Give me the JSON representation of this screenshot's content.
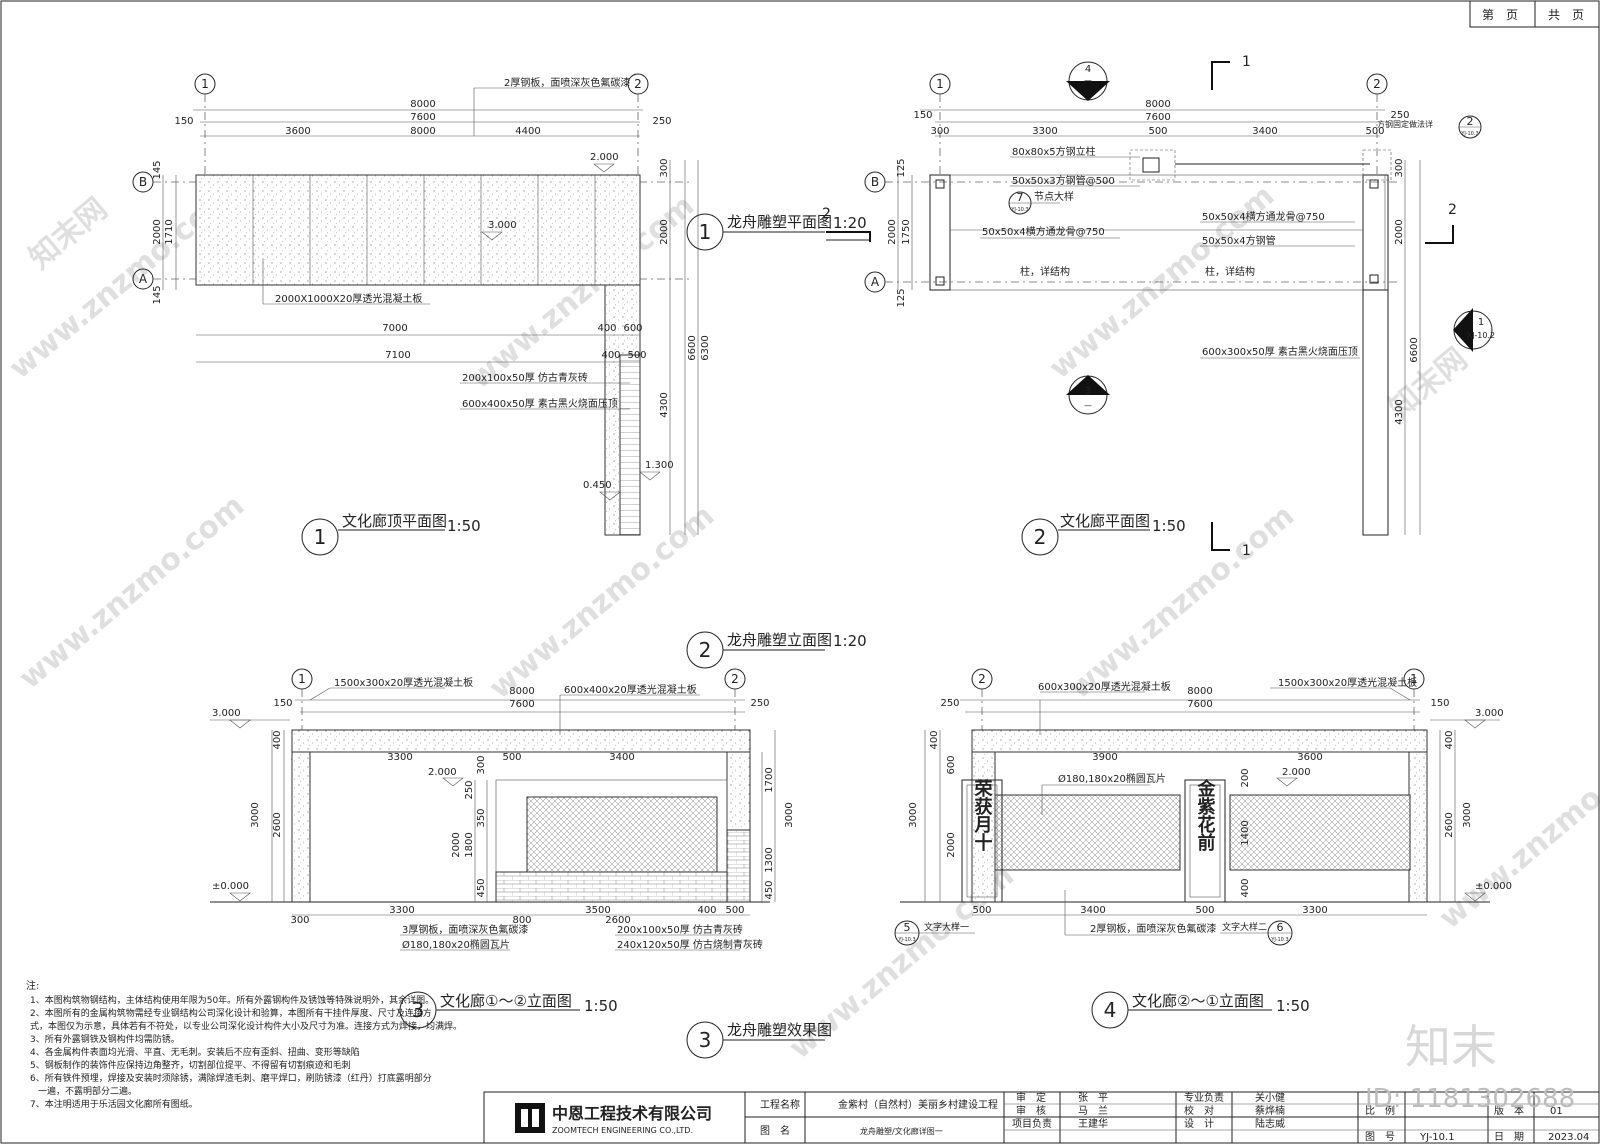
{
  "page_header": {
    "page_label": "第　页",
    "total_label": "共　页"
  },
  "views": {
    "roof_plan": {
      "number": "1",
      "title": "文化廊顶平面图",
      "scale": "1:50",
      "grid": [
        "1",
        "2",
        "B",
        "A"
      ],
      "dims_top": [
        "8000",
        "7600",
        "3600",
        "4400",
        "150",
        "250"
      ],
      "dims_side": [
        "145",
        "2000",
        "1710",
        "145",
        "300",
        "2000",
        "6600",
        "6300",
        "4300"
      ],
      "dims_lower": [
        "7000",
        "400",
        "600",
        "7100",
        "400",
        "500"
      ],
      "levels": [
        "2.000",
        "3.000",
        "1.300",
        "0.450"
      ],
      "notes": [
        "2厚钢板，面喷深灰色氟碳漆",
        "2000X1000X20厚透光混凝土板",
        "200x100x50厚 仿古青灰砖",
        "600x400x50厚 素古黑火烧面压顶"
      ]
    },
    "plan": {
      "number": "2",
      "title": "文化廊平面图",
      "scale": "1:50",
      "grid": [
        "1",
        "2",
        "B",
        "A"
      ],
      "dims_top": [
        "8000",
        "7600",
        "3300",
        "500",
        "3400",
        "300",
        "150",
        "250",
        "500"
      ],
      "dims_side": [
        "125",
        "2000",
        "1750",
        "125",
        "2000",
        "6600",
        "4300",
        "300"
      ],
      "notes": [
        "80x80x5方钢立柱",
        "50x50x3方钢管@500",
        "节点大样",
        "50x50x4横方通龙骨@750",
        "50x50x4横方通龙骨@750",
        "50x50x4方钢管",
        "柱，详结构",
        "柱，详结构",
        "600x300x50厚 素古黑火烧面压顶",
        "方钢固定做法详"
      ],
      "section_marks": [
        "1",
        "1",
        "2",
        "2"
      ],
      "callouts": [
        {
          "num": "4",
          "ref": "—"
        },
        {
          "num": "3",
          "ref": "—"
        },
        {
          "num": "1",
          "ref": "XJ-10.2"
        },
        {
          "num": "7",
          "ref": "YJ-10.3"
        },
        {
          "num": "2",
          "ref": "YJ-10.3"
        }
      ]
    },
    "sculpture_labels": {
      "a": {
        "number": "1",
        "title": "龙舟雕塑平面图",
        "scale": "1:20"
      },
      "b": {
        "number": "2",
        "title": "龙舟雕塑立面图",
        "scale": "1:20"
      },
      "c": {
        "number": "3",
        "title": "龙舟雕塑效果图",
        "scale": ""
      }
    },
    "elev_1_2": {
      "number": "3",
      "title": "文化廊①～②立面图",
      "scale": "1:50",
      "grid": [
        "1",
        "2"
      ],
      "dims_top": [
        "8000",
        "7600",
        "3300",
        "500",
        "3400",
        "150",
        "250",
        "300"
      ],
      "dims_side": [
        "3000",
        "400",
        "2600",
        "3000",
        "1700",
        "1300",
        "450",
        "250",
        "2000",
        "1800",
        "350",
        "450",
        "300"
      ],
      "dims_bottom": [
        "3300",
        "3500",
        "2600",
        "800",
        "400",
        "500",
        "300"
      ],
      "levels": [
        "3.000",
        "2.000",
        "±0.000"
      ],
      "notes": [
        "1500x300x20厚透光混凝土板",
        "600x400x20厚透光混凝土板",
        "3厚钢板，面喷深灰色氟碳漆",
        "Ø180,180x20椭圆瓦片",
        "200x100x50厚 仿古青灰砖",
        "240x120x50厚 仿古烧制青灰砖"
      ]
    },
    "elev_2_1": {
      "number": "4",
      "title": "文化廊②～①立面图",
      "scale": "1:50",
      "grid": [
        "2",
        "1"
      ],
      "dims_top": [
        "8000",
        "7600",
        "3900",
        "3600",
        "250",
        "150",
        "500"
      ],
      "dims_side": [
        "3000",
        "400",
        "600",
        "2000",
        "3000",
        "2600",
        "400",
        "200",
        "1400",
        "400"
      ],
      "dims_bottom": [
        "3400",
        "500",
        "3300",
        "500"
      ],
      "levels": [
        "3.000",
        "2.000",
        "±0.000"
      ],
      "notes": [
        "600x300x20厚透光混凝土板",
        "1500x300x20厚透光混凝土板",
        "Ø180,180x20椭圆瓦片",
        "2厚钢板，面喷深灰色氟碳漆",
        "文字大样一",
        "文字大样二"
      ],
      "plaque_left": "荣获月十",
      "plaque_right": "金紫花前",
      "callouts": [
        {
          "num": "5",
          "ref": "YJ-10.3"
        },
        {
          "num": "6",
          "ref": "YJ-10.3"
        }
      ]
    }
  },
  "notes": {
    "heading": "注:",
    "items": [
      "1、本图构筑物钢结构，主体结构使用年限为50年。所有外露钢构件及锈蚀等特殊说明外，其余详图。",
      "2、本图所有的金属构筑物需经专业钢结构公司深化设计和验算，本图所有干挂件厚度、尺寸及连接方",
      "式，本图仅为示意，具体若有不符处，以专业公司深化设计构件大小及尺寸为准。连接方式为焊接，均满焊。",
      "3、所有外露钢铁及钢构件均需防锈。",
      "4、各金属构件表面均光滑、平直、无毛刺。安装后不应有歪斜、扭曲、变形等缺陷",
      "5、钢板制作的装饰件应保持边角整齐，切割部位提平、不得留有切割痕迹和毛刺",
      "6、所有铁件预埋，焊接及安装时须除锈，满除焊渣毛刺、磨平焊口，刷防锈漆（红丹）打底露明部分",
      "一遍，不露明部分二遍。",
      "7、本注明适用于乐活园文化廊所有图纸。"
    ]
  },
  "title_block": {
    "company_cn": "中恩工程技术有限公司",
    "company_en": "ZOOMTECH ENGINEERING CO.,LTD.",
    "project_label": "工程名称",
    "project_value": "金紫村（自然村）美丽乡村建设工程",
    "drawing_label": "图　名",
    "drawing_value": "龙舟雕塑/文化廊详图一",
    "approve_label": "审　定",
    "approve_value": "张　平",
    "check_label": "审　核",
    "check_value": "马　兰",
    "pm_label": "项目负责",
    "pm_value": "王建华",
    "spec_label": "专业负责",
    "spec_value": "关小健",
    "proof_label": "校　对",
    "proof_value": "蔡烨楠",
    "design_label": "设　计",
    "design_value": "陆志威",
    "scale_label": "比　例",
    "scale_value": "",
    "sheetno_label": "图　号",
    "sheetno_value": "YJ-10.1",
    "version_label": "版　本",
    "version_value": "01",
    "date_label": "日　期",
    "date_value": "2023.04"
  },
  "watermark": {
    "brand_cn": "知末",
    "id_text": "ID: 1181302688",
    "tile": "www.znzmo.com",
    "tile_cn": "知末网"
  }
}
